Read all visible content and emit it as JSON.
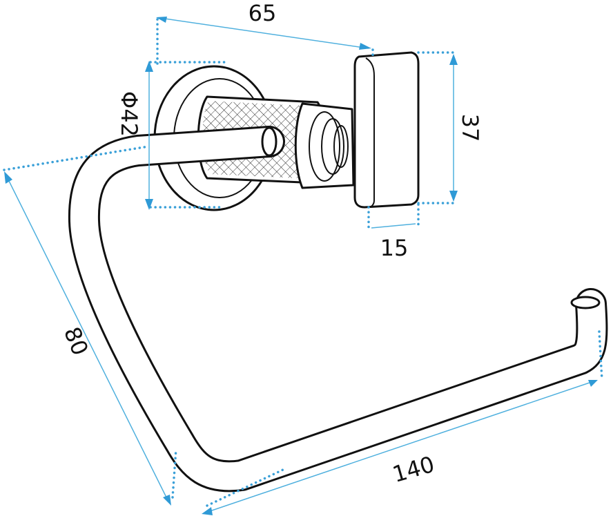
{
  "dimensions": {
    "width_label": "65",
    "diameter_label": "Φ42",
    "height_label": "37",
    "depth_label": "15",
    "side_label": "80",
    "length_label": "140"
  },
  "colors": {
    "dimension_line": "#4fb0de",
    "dimension_arrow": "#2f9ad6",
    "outline": "#111111"
  }
}
